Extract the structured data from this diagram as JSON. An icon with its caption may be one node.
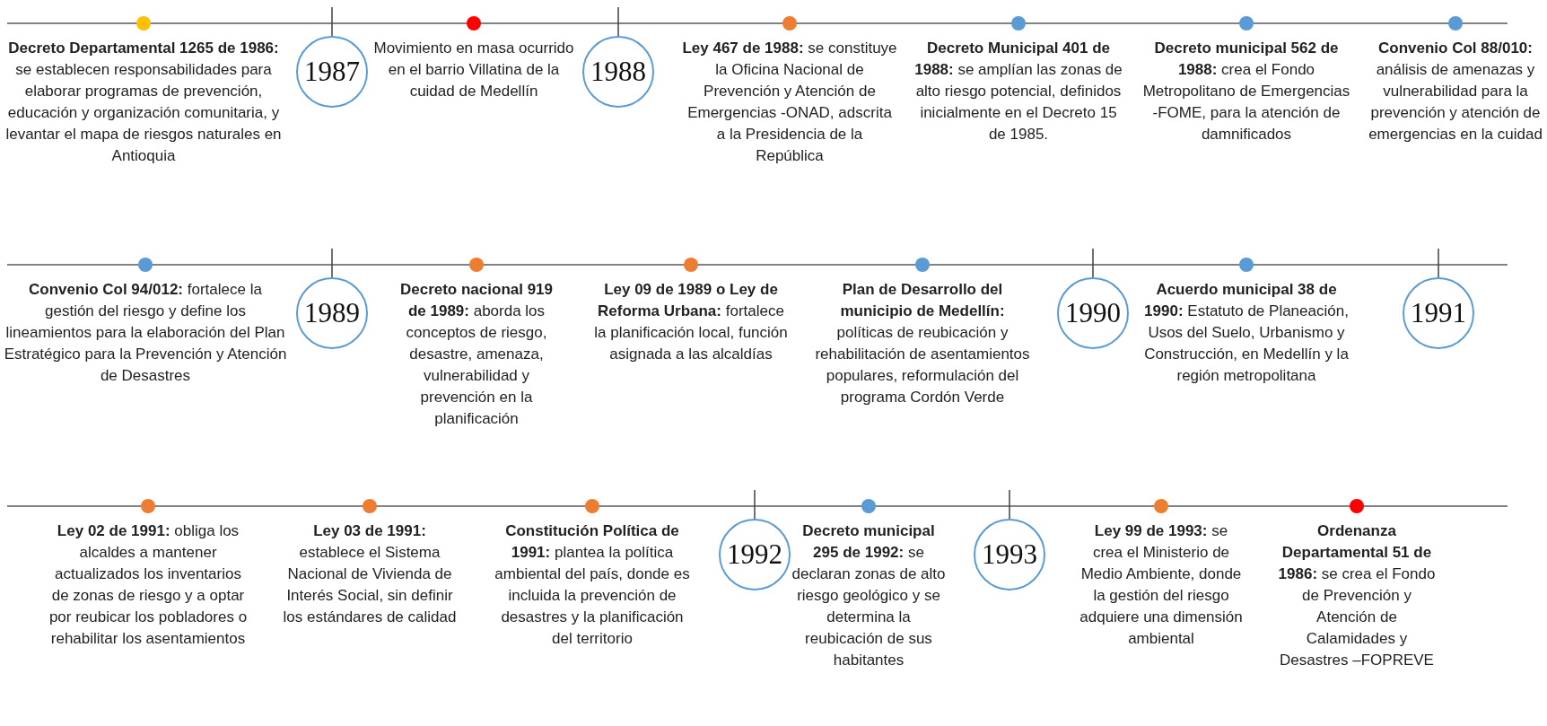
{
  "diagram": {
    "nodes": [
      {
        "text": [
          "**Decreto Departamental 1265 de 1986:** se establecen responsabilidades para elaborar programas de prevención, educación y organización comunitaria, y levantar el mapa de riesgos naturales en Antioquia"
        ]
      },
      {
        "text": [
          "1987"
        ]
      },
      {
        "text": [
          "Movimiento en masa ocurrido en el barrio Villatina de la cuidad de Medellín"
        ]
      },
      {
        "text": [
          "1988"
        ]
      },
      {
        "text": [
          "**Ley 467 de 1988:** se constituye la Oficina Nacional de Prevención y Atención de Emergencias -ONAD, adscrita a la Presidencia de la República"
        ]
      },
      {
        "text": [
          "**Decreto Municipal 401 de 1988:** se amplían las zonas de alto riesgo potencial, definidos inicialmente en el Decreto 15 de 1985."
        ]
      },
      {
        "text": [
          "**Decreto municipal 562 de 1988:** crea el Fondo Metropolitano de Emergencias -FOME, para la atención de damnificados"
        ]
      },
      {
        "text": [
          "**Convenio Col 88/010:** análisis de amenazas y vulnerabilidad para la prevención y atención de emergencias en la cuidad"
        ]
      },
      {
        "text": [
          "**Convenio Col 94/012:** fortalece la gestión del riesgo y define los lineamientos para la elaboración del Plan Estratégico para la Prevención y Atención de Desastres"
        ]
      },
      {
        "text": [
          "1989"
        ]
      },
      {
        "text": [
          "**Decreto nacional 919 de 1989:** aborda los conceptos de riesgo, desastre, amenaza, vulnerabilidad y prevención en la planificación"
        ]
      },
      {
        "text": [
          "**Ley 09 de 1989 o Ley de Reforma Urbana:** fortalece la planificación local, función asignada a las alcaldías"
        ]
      },
      {
        "text": [
          "**Plan de Desarrollo del municipio de Medellín:** políticas de reubicación y rehabilitación de asentamientos populares, reformulación del programa Cordón Verde"
        ]
      },
      {
        "text": [
          "1990"
        ]
      },
      {
        "text": [
          "**Acuerdo municipal 38 de 1990:** Estatuto de Planeación, Usos del Suelo, Urbanismo y Construcción, en Medellín y la región metropolitana"
        ]
      },
      {
        "text": [
          "1991"
        ]
      },
      {
        "text": [
          "**Ley 02 de 1991:** obliga los alcaldes a mantener actualizados los inventarios de zonas de riesgo y a optar por reubicar los pobladores o rehabilitar los asentamientos"
        ]
      },
      {
        "text": [
          "**Ley 03 de 1991:** establece el Sistema Nacional de Vivienda de Interés Social, sin definir los estándares de calidad"
        ]
      },
      {
        "text": [
          "**Constitución Política de 1991:** plantea la política ambiental del país, donde es incluida la prevención de desastres y la planificación del territorio"
        ]
      },
      {
        "text": [
          "1992"
        ]
      },
      {
        "text": [
          "**Decreto municipal 295 de 1992:** se declaran zonas de alto riesgo geológico y se determina la reubicación de sus habitantes"
        ]
      },
      {
        "text": [
          "1993"
        ]
      },
      {
        "text": [
          "**Ley 99 de 1993:** se crea el Ministerio de Medio Ambiente, donde la gestión del riesgo adquiere una dimensión ambiental"
        ]
      },
      {
        "text": [
          "**Ordenanza Departamental 51 de 1986:** se crea el Fondo de Prevención y Atención de Calamidades y Desastres –FOPREVE"
        ]
      }
    ]
  }
}
